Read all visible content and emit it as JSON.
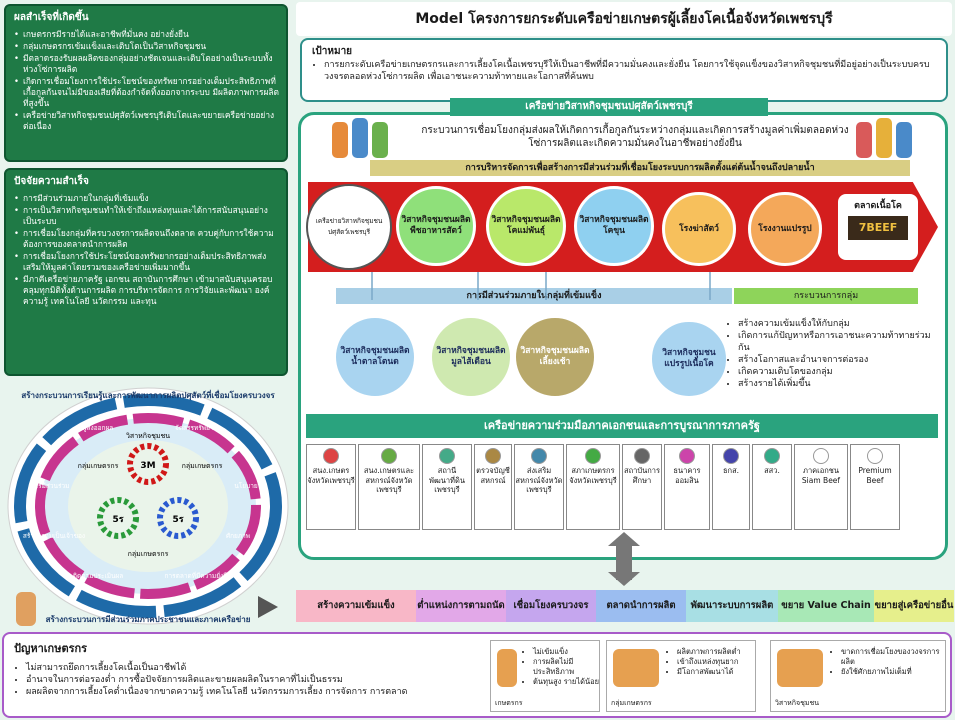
{
  "results": {
    "title": "ผลสำเร็จที่เกิดขึ้น",
    "items": [
      "เกษตรกรมีรายได้และอาชีพที่มั่นคง อย่างยั่งยืน",
      "กลุ่มเกษตรกรเข้มแข็งและเติบโตเป็นวิสาหกิจชุมชน",
      "มีตลาดรองรับผลผลิตของกลุ่มอย่างชัดเจนและเติบโตอย่างเป็นระบบทั้งห่วงโซ่การผลิต",
      "เกิดการเชื่อมโยงการใช้ประโยชน์ของทรัพยากรอย่างเต็มประสิทธิภาพที่เกื้อกูลกันจนไม่มีของเสียที่ต้องกำจัดทิ้งออกจากระบบ มีผลิตภาพการผลิตที่สูงขึ้น",
      "เครือข่ายวิสาหกิจชุมชนปศุสัตว์เพชรบุรีเติบโตและขยายเครือข่ายอย่างต่อเนื่อง"
    ]
  },
  "success": {
    "title": "ปัจจัยความสำเร็จ",
    "items": [
      "การมีส่วนร่วมภายในกลุ่มที่เข้มแข็ง",
      "การเป็นวิสาหกิจชุมชนทำให้เข้าถึงแหล่งทุนและได้การสนับสนุนอย่างเป็นระบบ",
      "การเชื่อมโยงกลุ่มที่ครบวงจรการผลิตจนถึงตลาด ควบคู่กับการใช้ความต้องการของตลาดนำการผลิต",
      "การเชื่อมโยงการใช้ประโยชน์ของทรัพยากรอย่างเต็มประสิทธิภาพส่งเสริมให้มูลค่าโดยรวมของเครือข่ายเพิ่มมากขึ้น",
      "มีภาคีเครือข่ายภาครัฐ เอกชน สถาบันการศึกษา เข้ามาสนับสนุนครอบคลุมทุกมิติทั้งด้านการผลิต การบริหารจัดการ การวิจัยและพัฒนา องค์ความรู้ เทคโนโลยี นวัตกรรม และทุน"
    ]
  },
  "header": "Model โครงการยกระดับเครือข่ายเกษตรผู้เลี้ยงโคเนื้อจังหวัดเพชรบุรี",
  "goal": {
    "title": "เป้าหมาย",
    "text": "การยกระดับเครือข่ายเกษตรกรและการเลี้ยงโคเนื้อเพชรบุรีให้เป็นอาชีพที่มีความมั่นคงและยั่งยืน โดยการใช้จุดแข็งของวิสาหกิจชุมชนที่มีอยู่อย่างเป็นระบบครบวงจรตลอดห่วงโซ่การผลิต เพื่อเอาชนะความท้าทายและโอกาสที่ค้นพบ"
  },
  "net_label": "เครือข่ายวิสาหกิจชุมชนปศุสัตว์เพชรบุรี",
  "process": "กระบวนการเชื่อมโยงกลุ่มส่งผลให้เกิดการเกื้อกูลกันระหว่างกลุ่มและเกิดการสร้างมูลค่าเพิ่มตลอดห่วงโซ่การผลิตและเกิดความมั่นคงในอาชีพอย่างยั่งยืน",
  "mgmt": "การบริหารจัดการเพื่อสร้างการมีส่วนร่วมที่เชื่อมโยงระบบการผลิตตั้งแต่ต้นน้ำจนถึงปลายน้ำ",
  "logo_text": "เครือข่ายวิสาหกิจชุมชนปศุสัตว์เพชรบุรี",
  "top_steps": [
    {
      "label": "วิสาหกิจชุมชนผลิตพืชอาหารสัตว์",
      "color": "#8fe07a"
    },
    {
      "label": "วิสาหกิจชุมชนผลิตโคแม่พันธุ์",
      "color": "#b9e86a"
    },
    {
      "label": "วิสาหกิจชุมชนผลิตโคขุน",
      "color": "#8fd0f0"
    },
    {
      "label": "โรงฆ่าสัตว์",
      "color": "#f7c05c"
    },
    {
      "label": "โรงงานแปรรูป",
      "color": "#f4a85a"
    }
  ],
  "market": "ตลาดเนื้อโค",
  "beef_logo": "7BEEF",
  "participation": "การมีส่วนร่วมภายในกลุ่มที่เข้มแข็ง",
  "group_process": "กระบวนการกลุ่ม",
  "bottom_steps": [
    {
      "label": "วิสาหกิจชุมชนผลิตน้ำตาลโตนด",
      "color": "#a9d4f0"
    },
    {
      "label": "วิสาหกิจชุมชนผลิตมูลไส้เดือน",
      "color": "#cfe9b0"
    },
    {
      "label": "วิสาหกิจชุมชนผลิตเลี้ยงเช้า",
      "color": "#b8a86a"
    },
    {
      "label": "วิสาหกิจชุมชนแปรรูปเนื้อโค",
      "color": "#a9d4f0"
    }
  ],
  "group_items": [
    "สร้างความเข้มแข็งให้กับกลุ่ม",
    "เกิดการแก้ปัญหาหรือการเอาชนะความท้าทายร่วมกัน",
    "สร้างโอกาสและอำนาจการต่อรอง",
    "เกิดความเติบโตของกลุ่ม",
    "สร้างรายได้เพิ่มขึ้น"
  ],
  "collab": "เครือข่ายความร่วมมือภาคเอกชนและการบูรณาการภาครัฐ",
  "partners": [
    "สนง.เกษตรจังหวัดเพชรบุรี",
    "สนง.เกษตรและสหกรณ์จังหวัดเพชรบุรี",
    "สถานีพัฒนาที่ดินเพชรบุรี",
    "ตรวจบัญชีสหกรณ์",
    "ส่งเสริมสหกรณ์จังหวัดเพชรบุรี",
    "สภาเกษตรกรจังหวัดเพชรบุรี",
    "สถาบันการศึกษา",
    "ธนาคารออมสิน",
    "ธกส.",
    "สสว.",
    "ภาคเอกชน Siam Beef",
    "Premium Beef"
  ],
  "cycle": {
    "outer_top": "สร้างกระบวนการเรียนรู้และการพัฒนาการผลิตปศุสัตว์ที่เชื่อมโยงครบวงจร",
    "outer_bottom": "สร้างกระบวนการมีส่วนร่วมภาคประชาชนและภาคเครือข่าย",
    "inner": [
      "ผู้ส่งออกผล",
      "จัดสรรทรัพยากร",
      "นโยบาย",
      "ศักยภาพ",
      "การตลาดที่มีความยั่งยืน",
      "ติดตามประเมินผล",
      "สร้างความเป็นเจ้าของ",
      "การมีส่วนร่วม"
    ],
    "center": "วิสาหกิจชุมชน",
    "gears": [
      "3M",
      "5ร",
      "5ร"
    ],
    "groups": [
      "กลุ่มเกษตรกร",
      "กลุ่มเกษตรกร",
      "กลุ่มเกษตรกร"
    ]
  },
  "strip": [
    {
      "label": "สร้างความเข้มแข็ง",
      "color": "#f8b7c7"
    },
    {
      "label": "ต่ำแหน่งการตามถนัด",
      "color": "#e2a8e8"
    },
    {
      "label": "เชื่อมโยงครบวงจร",
      "color": "#c5a6ee"
    },
    {
      "label": "ตลาดนำการผลิต",
      "color": "#9bbdf0"
    },
    {
      "label": "พัฒนาระบบการผลิต",
      "color": "#a8dfe4"
    },
    {
      "label": "ขยาย Value Chain",
      "color": "#a8e8b6"
    },
    {
      "label": "ขยายสู่เครือข่ายอื่น",
      "color": "#e6ef8c"
    }
  ],
  "problems": {
    "title": "ปัญหาเกษตรกร",
    "items": [
      "ไม่สามารถยึดการเลี้ยงโคเนื้อเป็นอาชีพได้",
      "อำนาจในการต่อรองต่ำ การซื้อปัจจัยการผลิตและขายผลผลิตในราคาที่ไม่เป็นธรรม",
      "ผลผลิตจากการเลี้ยงโคต่ำเนื่องจากขาดความรู้ เทคโนโลยี นวัตกรรมการเลี้ยง การจัดการ การตลาด"
    ]
  },
  "cards": [
    {
      "caption": "เกษตรกร",
      "items": [
        "ไม่เข้มแข็ง",
        "การผลิตไม่มีประสิทธิภาพ",
        "ต้นทุนสูง รายได้น้อย"
      ]
    },
    {
      "caption": "กลุ่มเกษตรกร",
      "items": [
        "ผลิตภาพการผลิตต่ำ",
        "เข้าถึงแหล่งทุนยาก",
        "มีโอกาสพัฒนาได้"
      ]
    },
    {
      "caption": "วิสาหกิจชุมชน",
      "items": [
        "ขาดการเชื่อมโยงของวงจรการผลิต",
        "ยังใช้ศักยภาพไม่เต็มที่"
      ]
    }
  ]
}
